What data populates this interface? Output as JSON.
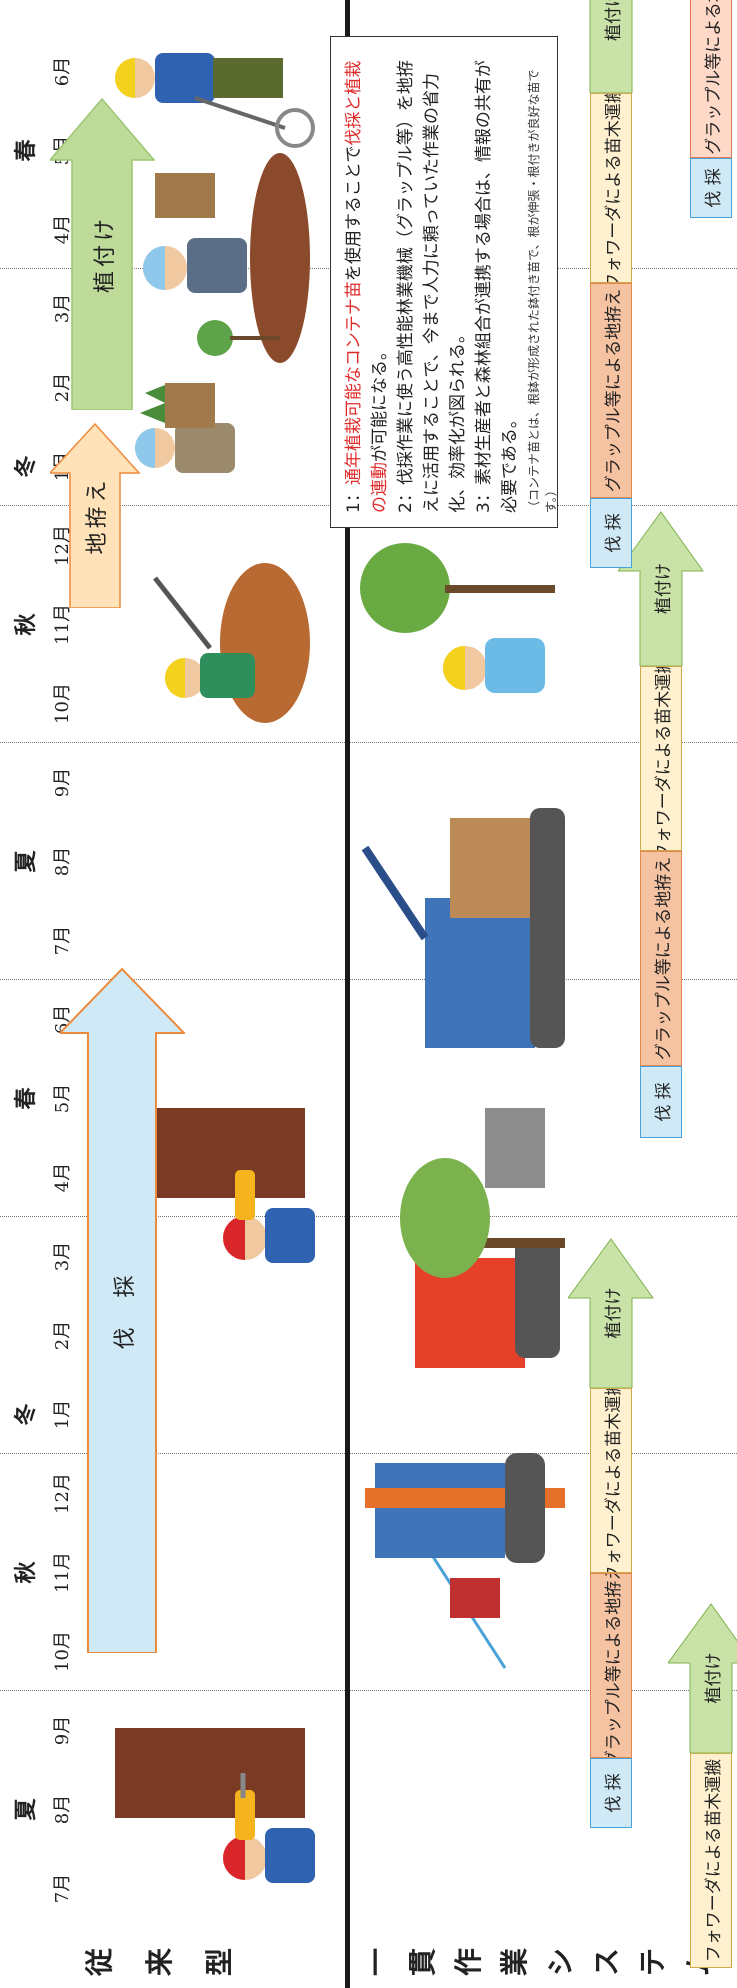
{
  "seasons": [
    "夏",
    "秋",
    "冬",
    "春",
    "夏",
    "秋",
    "冬",
    "春"
  ],
  "months_a": [
    "7月",
    "8月",
    "9月",
    "10月",
    "11月",
    "12月",
    "1月",
    "2月",
    "3月",
    "4月",
    "5月",
    "6月"
  ],
  "months_b": [
    "7月",
    "8月",
    "9月",
    "10月",
    "11月",
    "12月",
    "1月",
    "2月",
    "3月",
    "4月",
    "5月",
    "6月"
  ],
  "row_labels": {
    "conventional": [
      "従",
      "来",
      "型"
    ],
    "integrated": [
      "一",
      "貫",
      "作",
      "業",
      "シ",
      "ス",
      "テ",
      "ム"
    ]
  },
  "conventional": {
    "felling_arrow_label": "伐　採",
    "site_prep_arrow_label": "地拵え",
    "planting_arrow_label": "植付け"
  },
  "integrated_rows": {
    "row1": [
      "伐 採",
      "グラップル等による地拵え",
      "フォワーダによる苗木運搬",
      "植付け"
    ],
    "row2": [
      "伐 採",
      "グラップル等による地拵え",
      "フォワーダによる苗木運搬",
      "植付け"
    ],
    "row3": [
      "伐 採",
      "グラップル等による地拵え",
      "フォワーダによる苗木運搬",
      "植付け"
    ],
    "row4_left": [
      "フォワーダによる苗木運搬",
      "植付け"
    ],
    "row4_right": [
      "伐 採",
      "グラップル等による地拵え"
    ]
  },
  "notes": {
    "n1_prefix": "1：",
    "n1_red1": "通年植栽可能なコンテナ苗",
    "n1_mid": "を使用することで",
    "n1_red2": "伐採と植栽の連動",
    "n1_suffix": "が可能になる。",
    "n2": "2：伐採作業に使う高性能林業機械（グラップル等）を地拵えに活用することで、今まで人力に頼っていた作業の省力化、効率化が図られる。",
    "n3": "3：素材生産者と森林組合が連携する場合は、情報の共有が必要である。",
    "n3_small": "（コンテナ苗とは、根鉢が形成された鉢付き苗で、根が伸張・根付きが良好な苗です。）"
  },
  "colors": {
    "felling": "#cfe9f7",
    "grapple": "#f6c3a2",
    "forwarder": "#fff1cf",
    "planting": "#c9e2a8",
    "red_text": "#e02b2b"
  }
}
